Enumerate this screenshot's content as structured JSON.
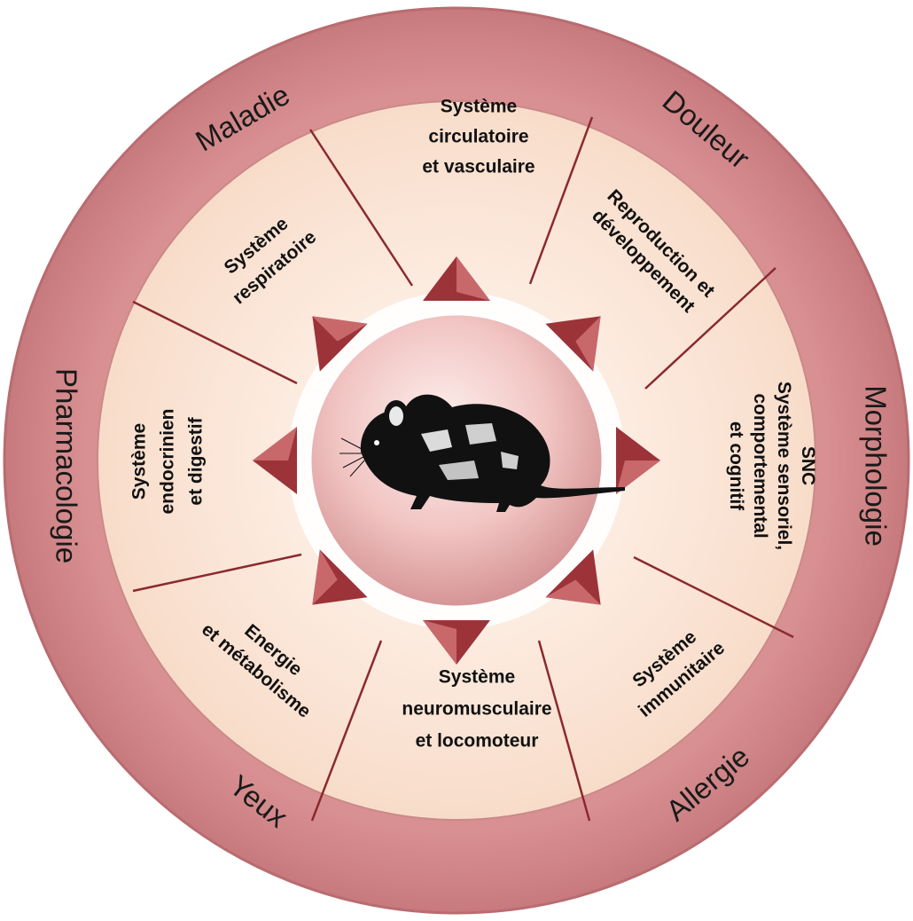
{
  "outer_ring": {
    "labels": [
      "Douleur",
      "Morphologie",
      "Allergie",
      "Yeux",
      "Pharmacologie",
      "Maladie"
    ]
  },
  "sectors": [
    {
      "lines": [
        "Système",
        "circulatoire",
        "et vasculaire"
      ]
    },
    {
      "lines": [
        "Reproduction et",
        "développement"
      ]
    },
    {
      "lines": [
        "SNC",
        "Système sensoriel,",
        "comportemental",
        "et cognitif"
      ]
    },
    {
      "lines": [
        "Système",
        "immunitaire"
      ]
    },
    {
      "lines": [
        "Système",
        "neuromusculaire",
        "et locomoteur"
      ]
    },
    {
      "lines": [
        "Energie",
        "et métabolisme"
      ]
    },
    {
      "lines": [
        "Système",
        "endocrinien",
        "et digestif"
      ]
    },
    {
      "lines": [
        "Système",
        "respiratoire"
      ]
    }
  ],
  "center": {
    "image": "mouse-silhouette-icon"
  },
  "colors": {
    "outer_ring": "#d4898b",
    "outer_ring_edge": "#b96c70",
    "sector_fill": "#fbe3d3",
    "divider": "#8a2a2e",
    "arrow_light": "#c25a5e",
    "arrow_dark": "#7a1f24",
    "center_light": "#fbe4e2",
    "center_dark": "#d89898"
  }
}
